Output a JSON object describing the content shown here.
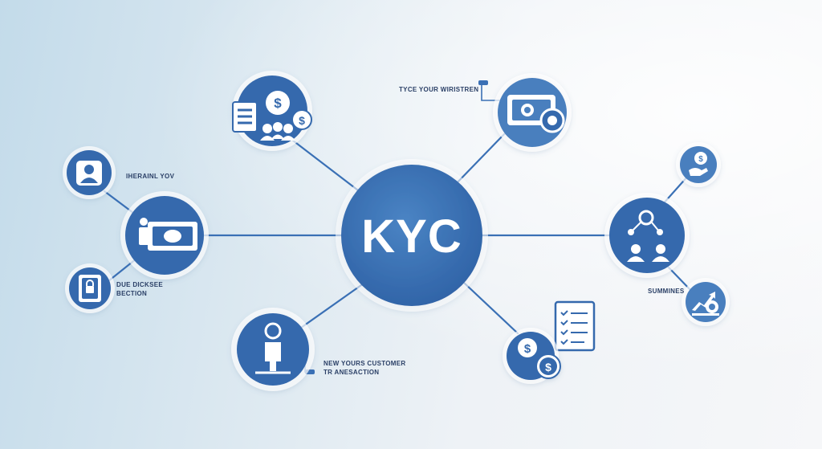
{
  "hub": {
    "title": "KYC"
  },
  "labels": {
    "top_right": "TYCE YOUR WIRISTREN",
    "left_upper": "IHERAINL YOV",
    "left_lower_1": "DUE DICKSEE",
    "left_lower_2": "BECTION",
    "bottom_1": "NEW YOURS CUSTOMER",
    "bottom_2": "TR ANESACTION",
    "right": "SUMMINES"
  },
  "colors": {
    "primary": "#3569ad",
    "primary_light": "#4a84c2",
    "line": "#3a70b5",
    "halo": "#ffffff",
    "label": "#2a3f66"
  },
  "icons": [
    "documents-money-people-icon",
    "camera-coin-icon",
    "user-profile-icon",
    "banknote-icon",
    "lock-document-icon",
    "person-icon",
    "hand-money-icon",
    "network-people-icon",
    "growth-chart-icon",
    "checklist-icon",
    "dollar-coins-icon"
  ]
}
